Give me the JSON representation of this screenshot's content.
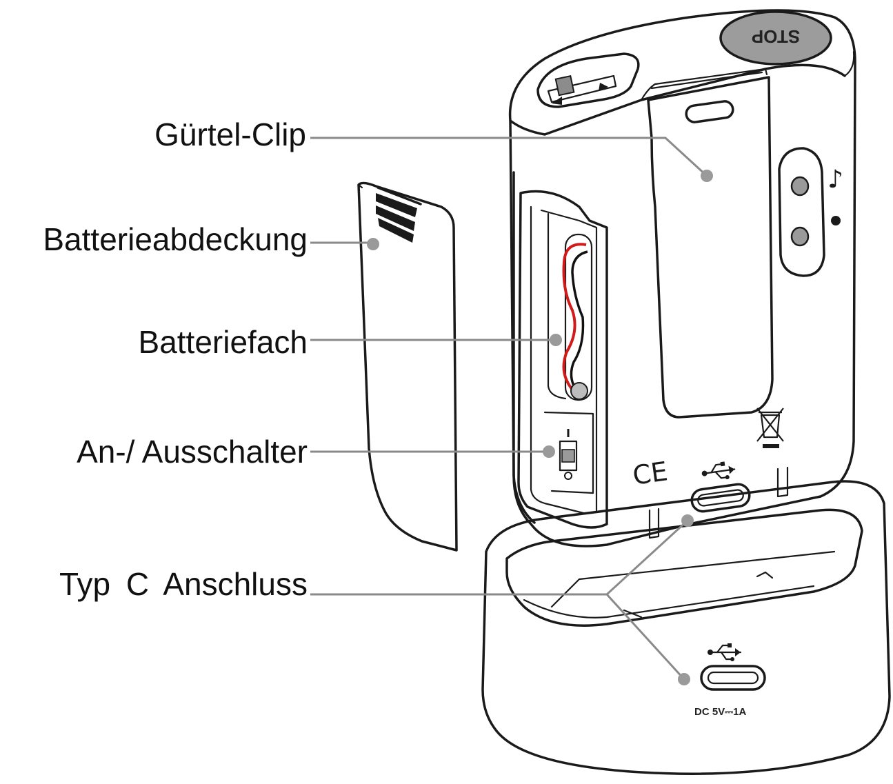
{
  "labels": {
    "belt_clip": "Gürtel-Clip",
    "battery_cover": "Batterieabdeckung",
    "battery_compartment": "Batteriefach",
    "power_switch": "An-/ Ausschalter",
    "type_c_port": "Typ C Anschluss"
  },
  "device": {
    "stop_button": "STOP",
    "ce_mark": "CE",
    "dock_rating": "DC 5V⎓1A"
  },
  "colors": {
    "line": "#1a1a1a",
    "leader": "#8a8a8a",
    "stop_fill": "#9c9c9c",
    "wire_red": "#d11a1a",
    "wire_black": "#111111"
  },
  "icons": [
    "usb-icon",
    "music-note-icon",
    "dot-icon",
    "weee-bin-icon",
    "ce-mark-icon"
  ]
}
